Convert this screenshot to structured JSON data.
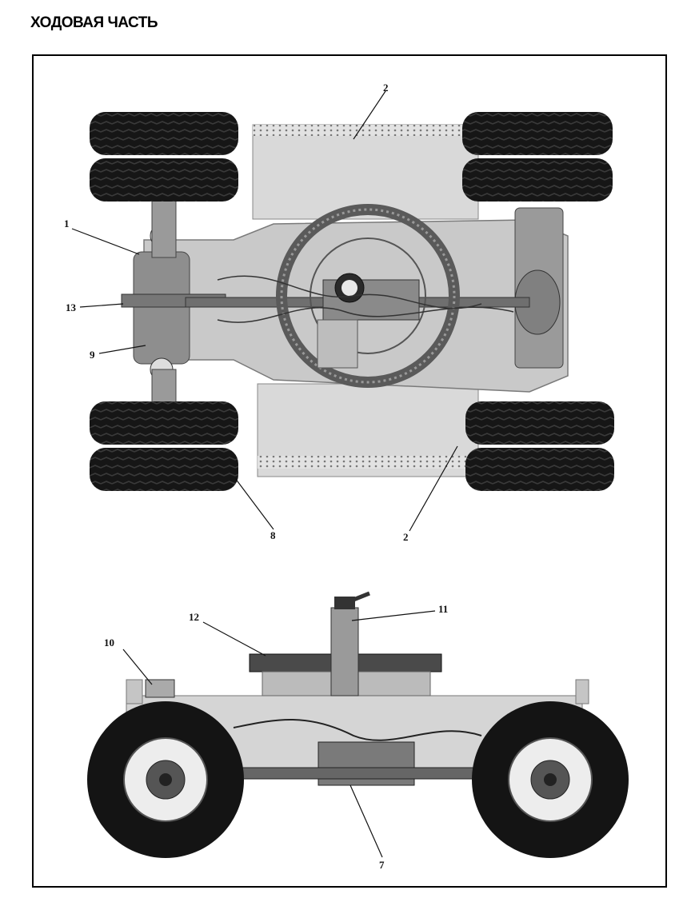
{
  "page": {
    "title": "ХОДОВАЯ ЧАСТЬ"
  },
  "figure_top": {
    "callouts": [
      "1",
      "2",
      "13",
      "9",
      "8",
      "2"
    ]
  },
  "figure_bottom": {
    "callouts": [
      "10",
      "12",
      "11",
      "7"
    ]
  },
  "colors": {
    "tire": "#151515",
    "frame": "#bdbdbd",
    "border": "#000000"
  }
}
